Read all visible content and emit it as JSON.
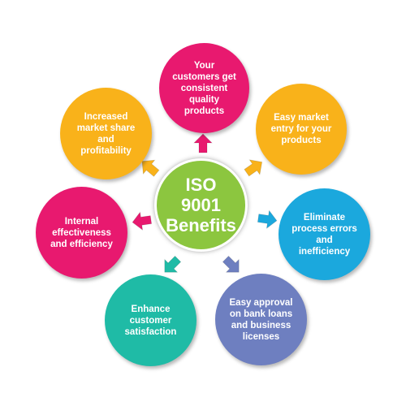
{
  "center": {
    "lines": [
      "ISO",
      "9001",
      "Benefits"
    ],
    "color": "#8cc63f"
  },
  "benefits": [
    {
      "label": "Your customers get consistent quality products",
      "color": "#e8196f"
    },
    {
      "label": "Easy market entry for your products",
      "color": "#f9b21a"
    },
    {
      "label": "Eliminate process errors and inefficiency",
      "color": "#1ba8dd"
    },
    {
      "label": "Easy approval on bank loans and business licenses",
      "color": "#6e7fc0"
    },
    {
      "label": "Enhance customer satisfaction",
      "color": "#1fbba6"
    },
    {
      "label": "Internal effectiveness and efficiency",
      "color": "#e8196f"
    },
    {
      "label": "Increased market share and profitability",
      "color": "#f9b21a"
    }
  ]
}
